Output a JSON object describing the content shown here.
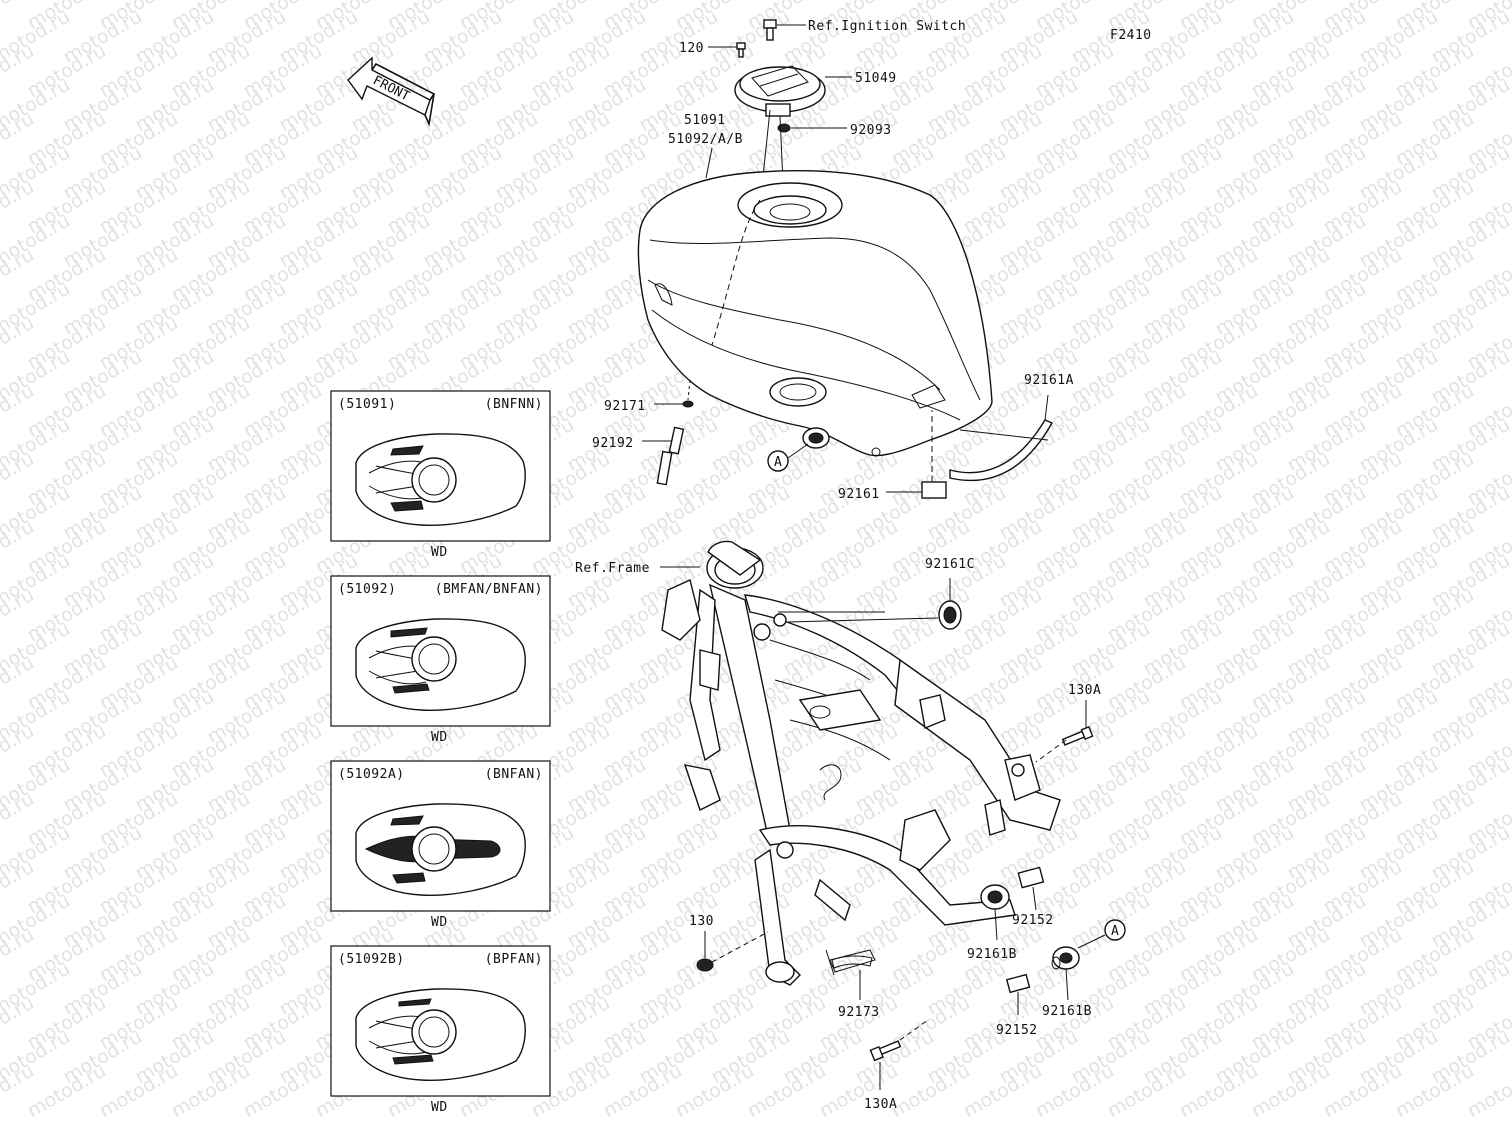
{
  "diagram_code": "F2410",
  "front_arrow": {
    "label": "FRONT",
    "icon": "front-direction-arrow-icon"
  },
  "callouts": {
    "ref_ignition": "Ref.Ignition Switch",
    "p120": "120",
    "p51049": "51049",
    "p92093": "92093",
    "p51091": "51091",
    "p51092": "51092/A/B",
    "p92161a": "92161A",
    "p92171": "92171",
    "p92192": "92192",
    "ref_a_top": "A",
    "p92161": "92161",
    "ref_frame": "Ref.Frame",
    "p92161c": "92161C",
    "p130a_top": "130A",
    "p130": "130",
    "p92152_top": "92152",
    "p92161b_top": "92161B",
    "ref_a_bottom": "A",
    "p92173": "92173",
    "p92152_bottom": "92152",
    "p92161b_bottom": "92161B",
    "p130a_bottom": "130A"
  },
  "variants": [
    {
      "part": "(51091)",
      "code": "(BNFNN)",
      "note": "WD"
    },
    {
      "part": "(51092)",
      "code": "(BMFAN/BNFAN)",
      "note": "WD"
    },
    {
      "part": "(51092A)",
      "code": "(BNFAN)",
      "note": "WD"
    },
    {
      "part": "(51092B)",
      "code": "(BPFAN)",
      "note": "WD"
    }
  ],
  "watermark": "motod.ru"
}
